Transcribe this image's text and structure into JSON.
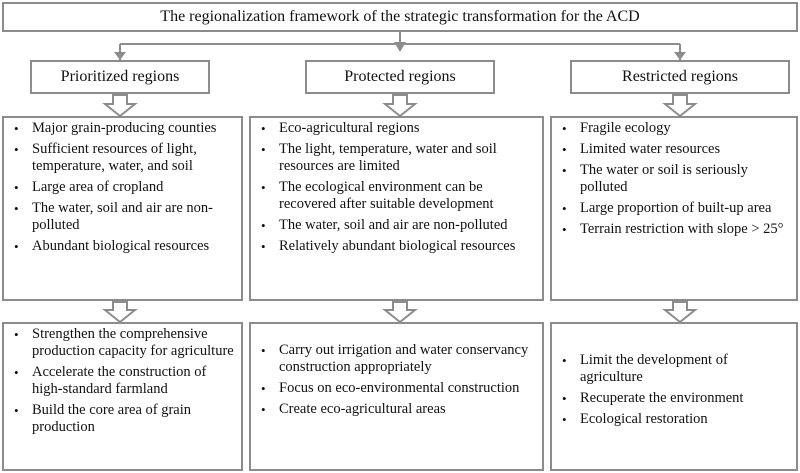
{
  "title": "The regionalization framework of the strategic transformation for the ACD",
  "columns": [
    {
      "region": "Prioritized regions",
      "characteristics": [
        "Major grain-producing counties",
        "Sufficient resources of light, temperature, water, and soil",
        "Large area of cropland",
        "The water, soil and air are non-polluted",
        "Abundant biological resources"
      ],
      "measures": [
        "Strengthen the comprehensive production capacity for agriculture",
        "Accelerate the construction of high-standard farmland",
        "Build the core area of grain production"
      ]
    },
    {
      "region": "Protected regions",
      "characteristics": [
        "Eco-agricultural regions",
        "The light, temperature, water and soil resources are limited",
        "The ecological environment can be recovered after suitable development",
        "The water, soil and air are non-polluted",
        "Relatively abundant biological resources"
      ],
      "measures": [
        "Carry out irrigation and water conservancy construction appropriately",
        "Focus on eco-environmental construction",
        "Create eco-agricultural areas"
      ]
    },
    {
      "region": "Restricted regions",
      "characteristics": [
        "Fragile ecology",
        "Limited water resources",
        "The water or soil is seriously polluted",
        "Large proportion of built-up area",
        "Terrain restriction with slope > 25°"
      ],
      "measures": [
        "Limit the development of agriculture",
        "Recuperate the environment",
        "Ecological restoration"
      ]
    }
  ]
}
